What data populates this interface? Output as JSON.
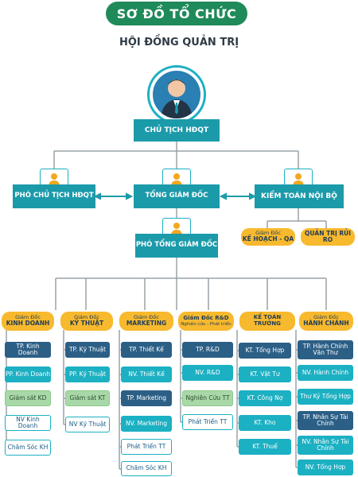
{
  "title": "SƠ ĐỒ TỔ CHỨC",
  "subtitle": "HỘI ĐỒNG QUẢN TRỊ",
  "top": {
    "chairman": "CHỦ TỊCH HĐQT",
    "vice_chairman": "PHÓ CHỦ TỊCH HĐQT",
    "ceo": "TỔNG GIÁM ĐỐC",
    "audit": "KIỂM TOÁN NỘI BỘ",
    "deputy_ceo": "PHÓ TỔNG GIÁM ĐỐC",
    "plan_director_line1": "Giám Đốc",
    "plan_director_line2": "KẾ HOẠCH - QA",
    "risk": "QUẢN TRỊ RỦI RO"
  },
  "departments": [
    {
      "line1": "Giám Đốc",
      "line2": "KINH DOANH",
      "children": [
        "TP. Kinh Doanh",
        "PP. Kinh Doanh",
        "Giám sát KD",
        "NV Kinh Doanh",
        "Chăm Sóc KH"
      ]
    },
    {
      "line1": "Giám Đốc",
      "line2": "KỸ THUẬT",
      "children": [
        "TP. Kỹ Thuật",
        "PP. Kỹ Thuật",
        "Giám sát KT",
        "NV Kỹ Thuật"
      ]
    },
    {
      "line1": "Giám Đốc",
      "line2": "MARKETING",
      "children": [
        "TP. Thiết Kế",
        "NV. Thiết Kế",
        "TP. Marketing",
        "NV. Marketing",
        "Phát Triển TT",
        "Chăm Sóc KH"
      ]
    },
    {
      "line1": "Giám Đốc R&D",
      "line2": "Nghiên cứu - Phát triển",
      "children": [
        "TP. R&D",
        "NV. R&D",
        "Nghiên Cứu TT",
        "Phát Triển TT"
      ]
    },
    {
      "line1": "KẾ TOÁN TRƯỞNG",
      "line2": "",
      "children": [
        "KT. Tổng Hợp",
        "KT. Vật Tư",
        "KT. Công Nợ",
        "KT. Kho",
        "KT. Thuế"
      ]
    },
    {
      "line1": "Giám Đốc",
      "line2": "HÀNH CHÁNH",
      "children": [
        "TP. Hành Chính Văn Thư",
        "NV. Hành Chính",
        "Thư Ký Tổng Hợp",
        "TP. Nhân Sự Tài Chính",
        "NV. Nhân Sự Tài Chính",
        "NV. Tổng Hợp"
      ]
    }
  ],
  "colors": {
    "teal": "#1b9aaa",
    "gold": "#f7b92e",
    "navy": "#2c5f86",
    "green": "#1f8a5a"
  }
}
